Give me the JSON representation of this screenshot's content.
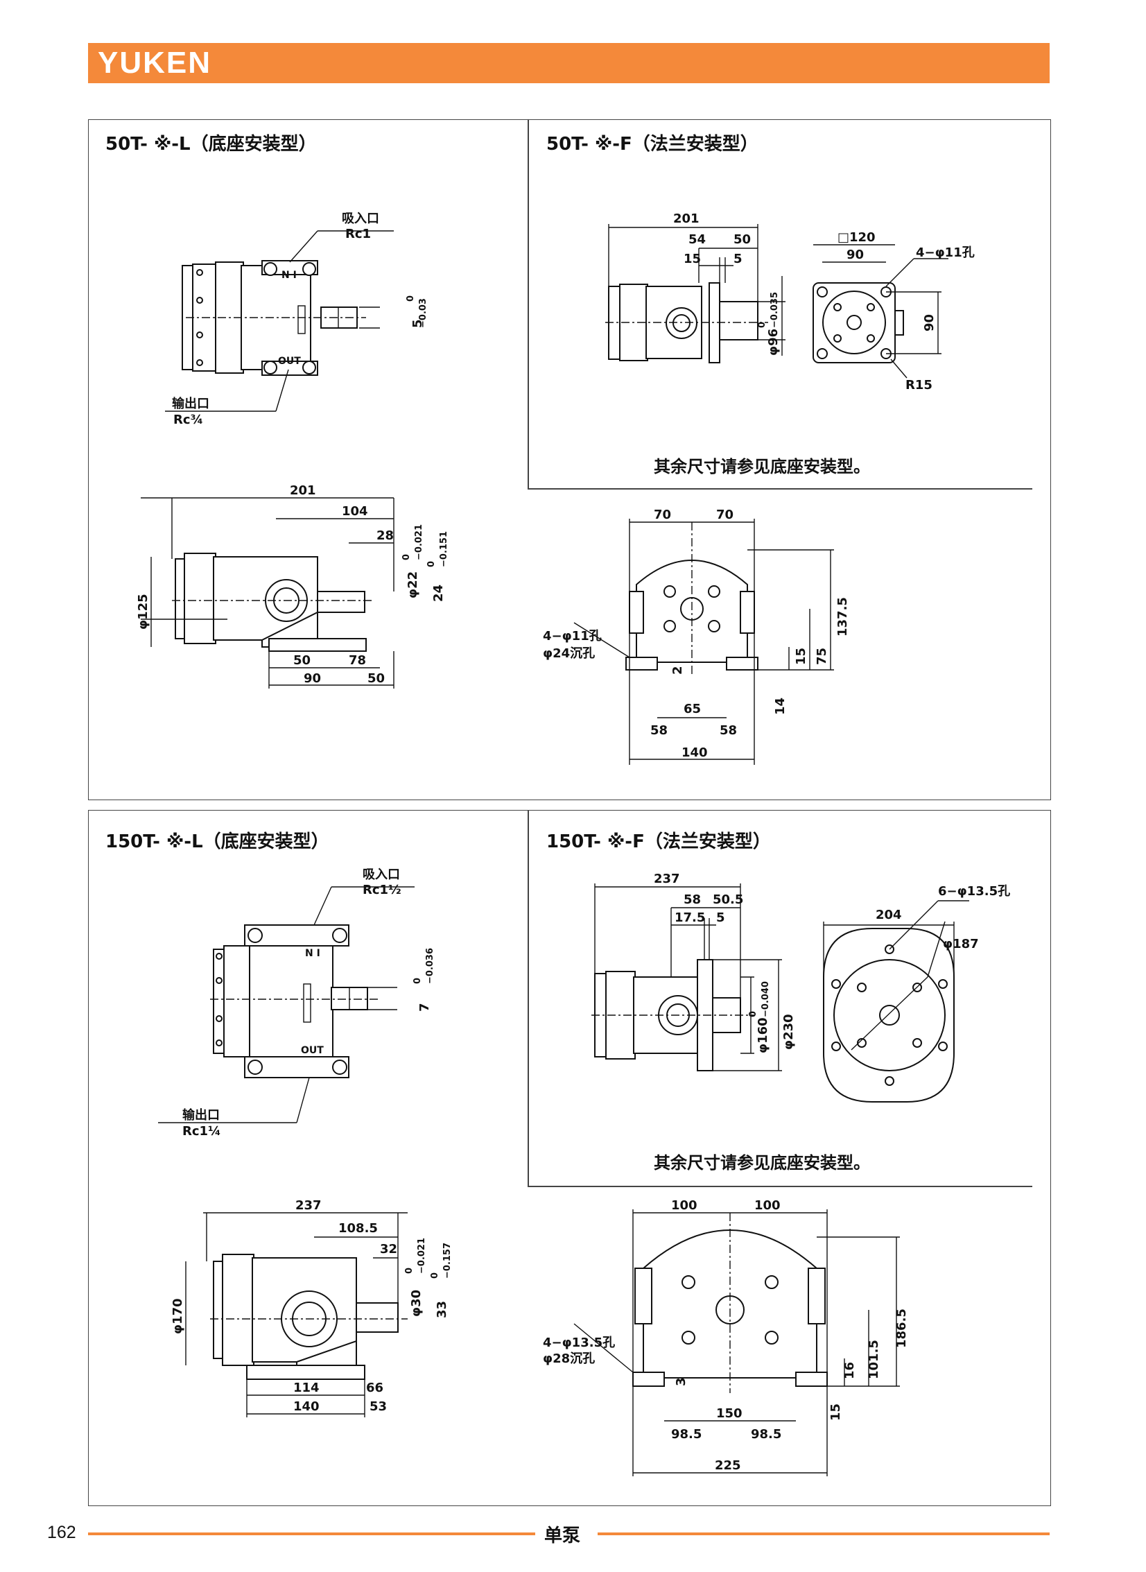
{
  "header": {
    "brand": "YUKEN"
  },
  "sections": [
    {
      "left_title": "50T- ※-L（底座安装型）",
      "right_title": "50T- ※-F（法兰安装型）",
      "note": "其余尺寸请参见底座安装型。",
      "top_left_labels": {
        "inlet": "吸入口",
        "inlet_port": "Rc1",
        "outlet": "输出口",
        "outlet_port": "Rc¾",
        "in_mark": "N I",
        "out_mark": "OUT",
        "key": "5",
        "key_tol": "0",
        "key_tol2": "−0.03"
      },
      "top_right_dims": {
        "overall": "201",
        "d54": "54",
        "d50": "50",
        "d15": "15",
        "d5": "5",
        "phi96": "φ96",
        "tol_a": "0",
        "tol_b": "−0.035",
        "sq120": "□120",
        "d90": "90",
        "holes": "4−φ11孔",
        "d90v": "90",
        "r15": "R15"
      },
      "bottom_left_dims": {
        "overall": "201",
        "d104": "104",
        "d28": "28",
        "phi22": "φ22",
        "phi22_tol_a": "0",
        "phi22_tol_b": "−0.021",
        "d24": "24",
        "d24_tol_a": "0",
        "d24_tol_b": "−0.151",
        "phi125": "φ125",
        "d50": "50",
        "d78": "78",
        "d90": "90",
        "d50b": "50"
      },
      "bottom_right_dims": {
        "d70a": "70",
        "d70b": "70",
        "holes": "4−φ11孔",
        "cb": "φ24沉孔",
        "d2": "2",
        "d65": "65",
        "d58a": "58",
        "d58b": "58",
        "d140": "140",
        "d15": "15",
        "d75": "75",
        "d137": "137.5",
        "d14": "14"
      }
    },
    {
      "left_title": "150T- ※-L（底座安装型）",
      "right_title": "150T- ※-F（法兰安装型）",
      "note": "其余尺寸请参见底座安装型。",
      "top_left_labels": {
        "inlet": "吸入口",
        "inlet_port": "Rc1½",
        "outlet": "输出口",
        "outlet_port": "Rc1¼",
        "in_mark": "N I",
        "out_mark": "OUT",
        "key": "7",
        "key_tol": "0",
        "key_tol2": "−0.036"
      },
      "top_right_dims": {
        "overall": "237",
        "d58": "58",
        "d505": "50.5",
        "d175": "17.5",
        "d5": "5",
        "phi160": "φ160",
        "tol_a": "0",
        "tol_b": "−0.040",
        "phi230": "φ230",
        "d204": "204",
        "holes": "6−φ13.5孔",
        "phi187": "φ187"
      },
      "bottom_left_dims": {
        "overall": "237",
        "d1085": "108.5",
        "d32": "32",
        "phi30": "φ30",
        "phi30_tol_a": "0",
        "phi30_tol_b": "−0.021",
        "d33": "33",
        "d33_tol_a": "0",
        "d33_tol_b": "−0.157",
        "phi170": "φ170",
        "d114": "114",
        "d66": "66",
        "d140": "140",
        "d53": "53"
      },
      "bottom_right_dims": {
        "d100a": "100",
        "d100b": "100",
        "holes": "4−φ13.5孔",
        "cb": "φ28沉孔",
        "d3": "3",
        "d150": "150",
        "d985a": "98.5",
        "d985b": "98.5",
        "d225": "225",
        "d16": "16",
        "d1015": "101.5",
        "d1865": "186.5",
        "d15": "15"
      }
    }
  ],
  "footer": {
    "page_number": "162",
    "section_title": "单泵"
  },
  "colors": {
    "accent": "#f4893a",
    "line": "#111111"
  }
}
